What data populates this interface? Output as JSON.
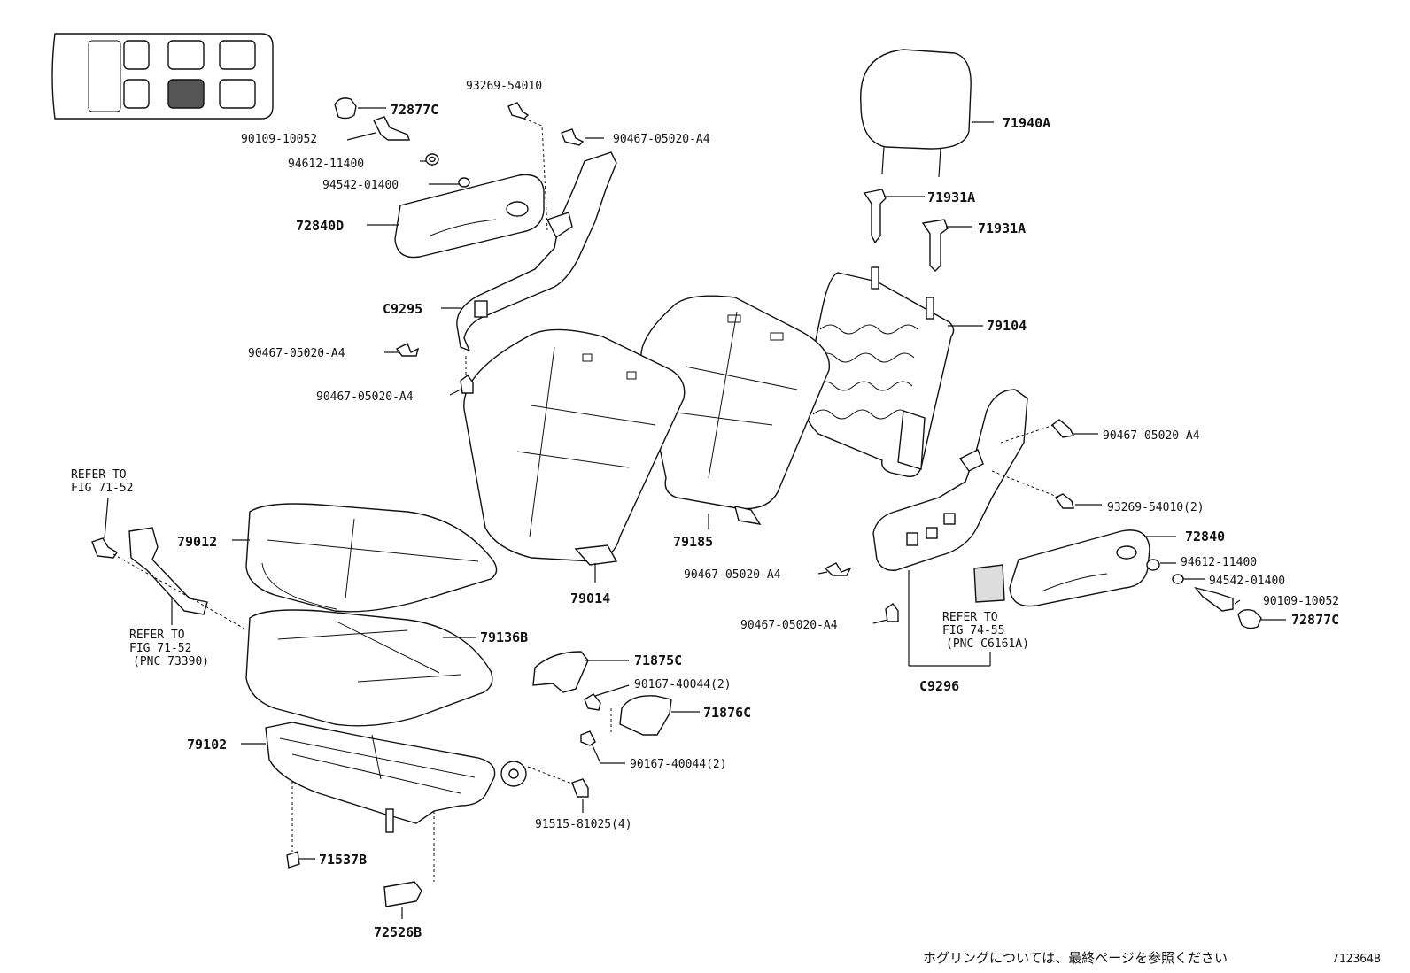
{
  "labels": {
    "p72877C_a": "72877C",
    "p93269_54010_a": "93269-54010",
    "p90109_10052_a": "90109-10052",
    "p90467_a": "90467-05020-A4",
    "p94612_a": "94612-11400",
    "p94542_a": "94542-01400",
    "p72840D": "72840D",
    "pC9295": "C9295",
    "p90467_b": "90467-05020-A4",
    "p90467_c": "90467-05020-A4",
    "p71940A": "71940A",
    "p71931A_a": "71931A",
    "p71931A_b": "71931A",
    "p79104": "79104",
    "p90467_d": "90467-05020-A4",
    "p93269_54010_b": "93269-54010(2)",
    "p72840": "72840",
    "p94612_b": "94612-11400",
    "p94542_b": "94542-01400",
    "p90109_10052_b": "90109-10052",
    "p72877C_b": "72877C",
    "p90467_e": "90467-05020-A4",
    "p90467_f": "90467-05020-A4",
    "pC9296": "C9296",
    "p79185": "79185",
    "p79014": "79014",
    "p79012": "79012",
    "p79136B": "79136B",
    "p71875C": "71875C",
    "p90167_a": "90167-40044(2)",
    "p71876C": "71876C",
    "p90167_b": "90167-40044(2)",
    "p79102": "79102",
    "p91515": "91515-81025(4)",
    "p71537B": "71537B",
    "p72526B": "72526B"
  },
  "notes": {
    "refer_a_1": "REFER TO",
    "refer_a_2": "FIG 71-52",
    "refer_b_1": "REFER TO",
    "refer_b_2": "FIG 71-52",
    "refer_b_3": "(PNC 73390)",
    "refer_c_1": "REFER TO",
    "refer_c_2": "FIG 74-55",
    "refer_c_3": "(PNC C6161A)"
  },
  "footer": {
    "jp_note": "ホグリングについては、最終ページを参照ください",
    "figure_id": "712364B"
  }
}
